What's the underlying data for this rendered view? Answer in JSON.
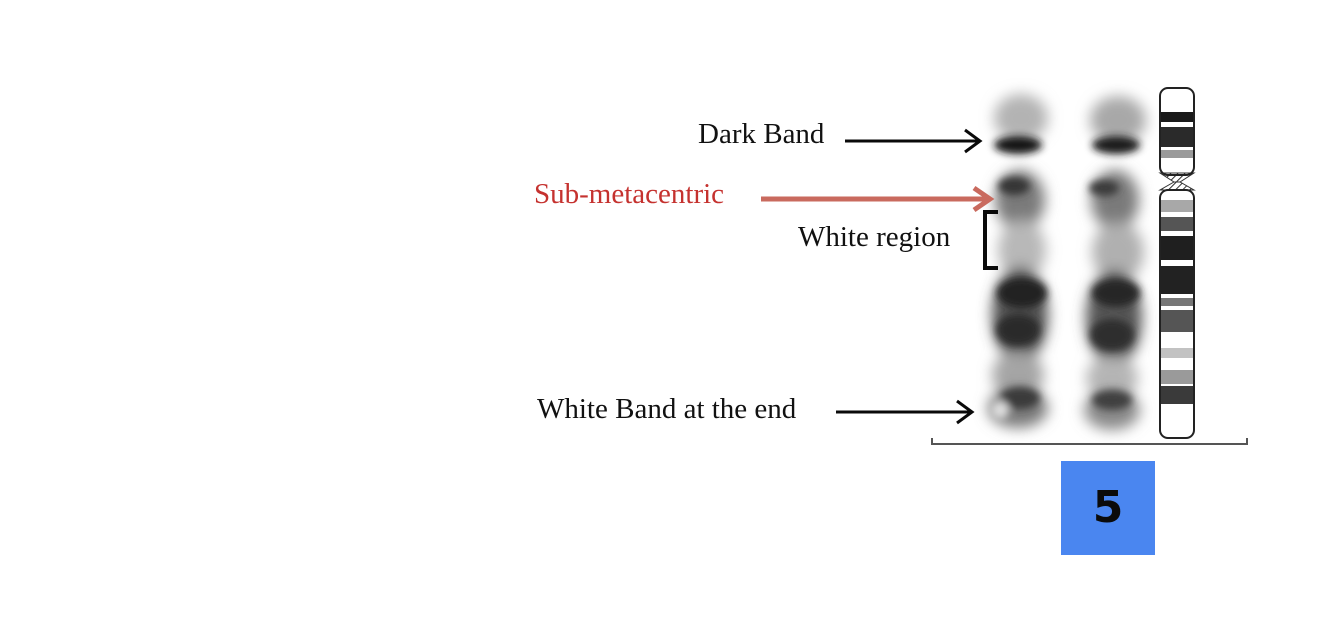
{
  "labels": {
    "dark_band": "Dark Band",
    "sub_metacentric": "Sub-metacentric",
    "white_region": "White region",
    "white_band_end": "White Band at the end"
  },
  "chromosome_number": "5",
  "colors": {
    "sub_metacentric_label": "#c5322f",
    "sub_metacentric_arrow": "#c96a5e",
    "number_box": "#4a86f0",
    "text": "#111111"
  }
}
